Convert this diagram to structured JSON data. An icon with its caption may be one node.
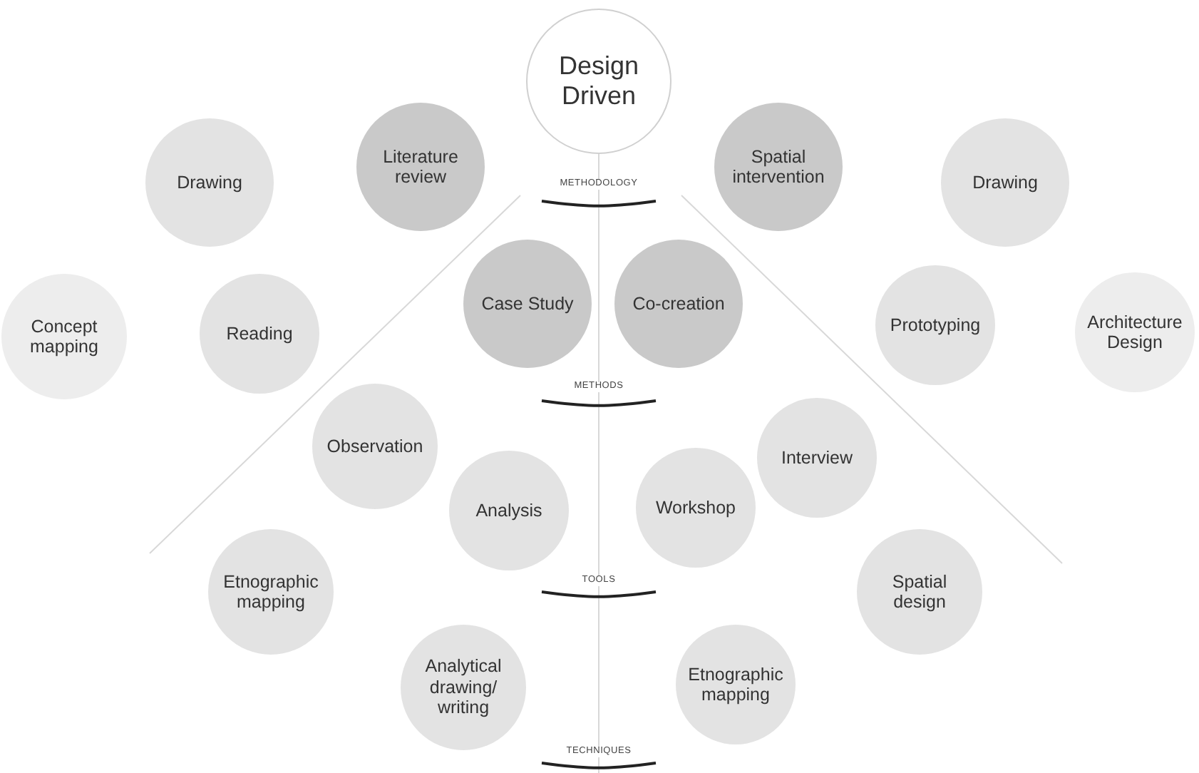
{
  "diagram": {
    "nodes": [
      {
        "text": [
          "Design Driven"
        ]
      },
      {
        "text": [
          "Drawing"
        ]
      },
      {
        "text": [
          "Literature review"
        ]
      },
      {
        "text": [
          "Spatial intervention"
        ]
      },
      {
        "text": [
          "Drawing"
        ]
      },
      {
        "text": [
          "Concept mapping"
        ]
      },
      {
        "text": [
          "Reading"
        ]
      },
      {
        "text": [
          "Case Study"
        ]
      },
      {
        "text": [
          "Co-creation"
        ]
      },
      {
        "text": [
          "Prototyping"
        ]
      },
      {
        "text": [
          "Architecture Design"
        ]
      },
      {
        "text": [
          "Observation"
        ]
      },
      {
        "text": [
          "Analysis"
        ]
      },
      {
        "text": [
          "Workshop"
        ]
      },
      {
        "text": [
          "Interview"
        ]
      },
      {
        "text": [
          "Etnographic mapping"
        ]
      },
      {
        "text": [
          "Spatial design"
        ]
      },
      {
        "text": [
          "Analytical drawing/ writing"
        ]
      },
      {
        "text": [
          "Etnographic mapping"
        ]
      }
    ],
    "labels": [
      "METHODOLOGY",
      "METHODS",
      "TOOLS",
      "TECHNIQUES"
    ]
  }
}
